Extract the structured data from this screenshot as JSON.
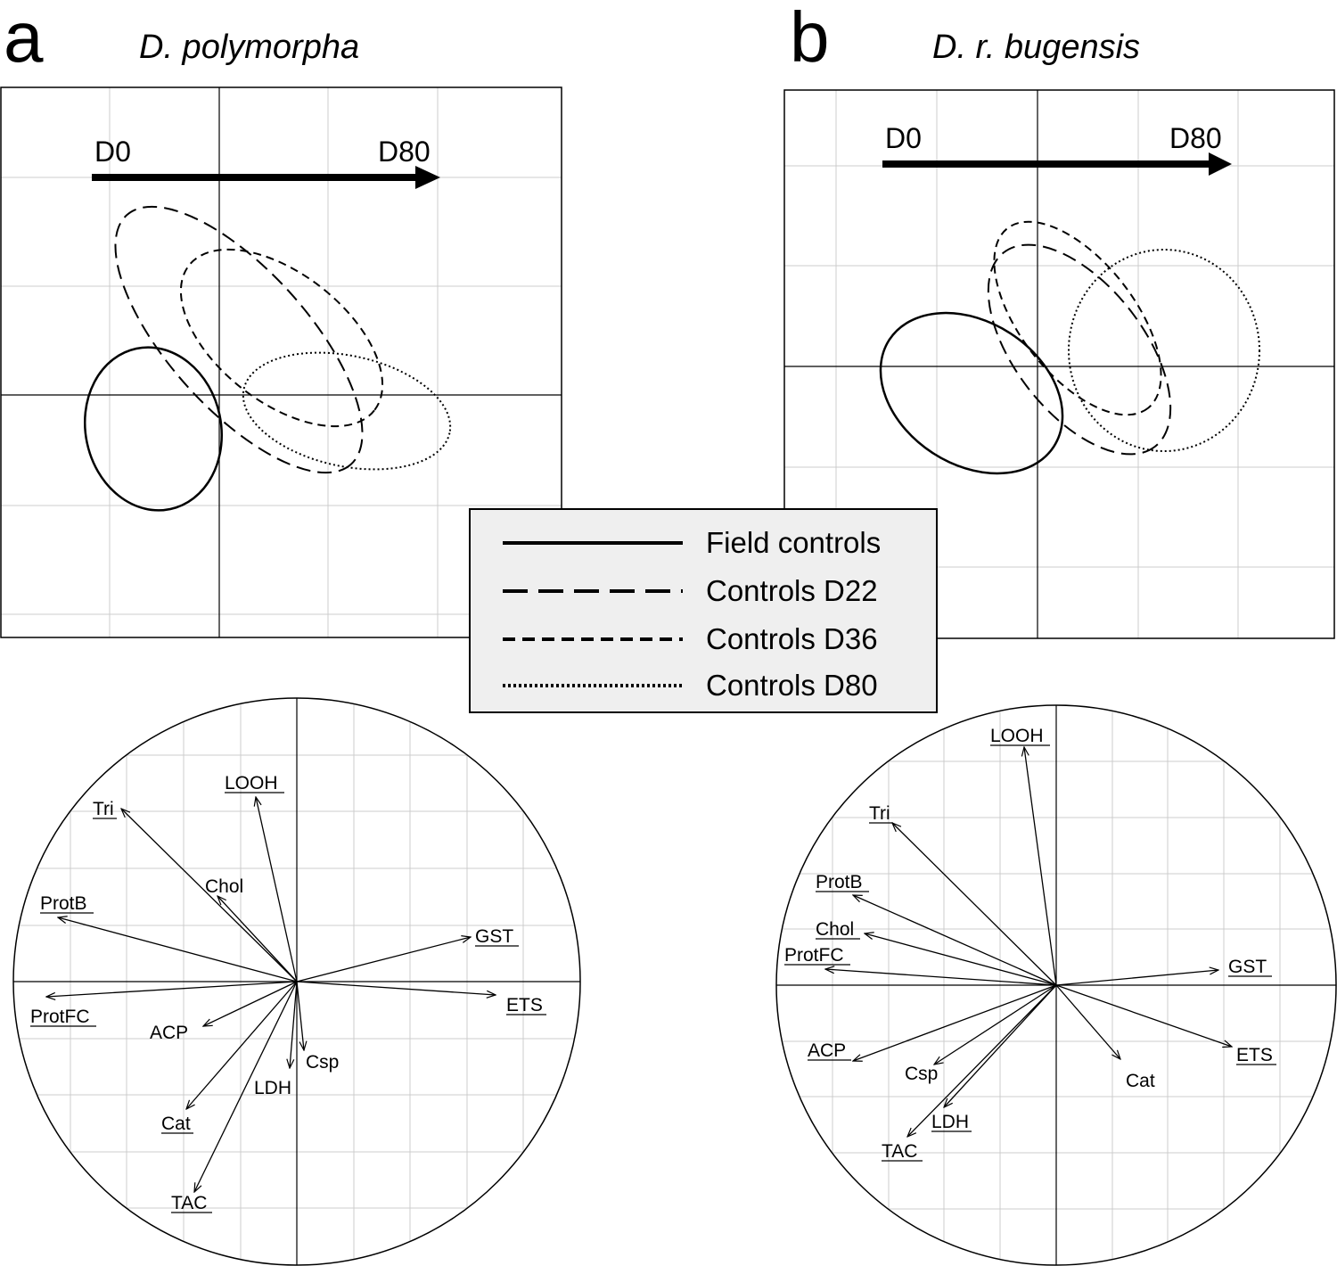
{
  "panels": [
    {
      "letter": "a",
      "species": "D. polymorpha",
      "time_arrow": {
        "start": "D0",
        "end": "D80"
      },
      "circle_vars": [
        {
          "label": "LOOH",
          "underlined": true
        },
        {
          "label": "Tri",
          "underlined": true
        },
        {
          "label": "Chol",
          "underlined": false
        },
        {
          "label": "ProtB",
          "underlined": true
        },
        {
          "label": "GST",
          "underlined": true
        },
        {
          "label": "ProtFC",
          "underlined": true
        },
        {
          "label": "ETS",
          "underlined": true
        },
        {
          "label": "ACP",
          "underlined": false
        },
        {
          "label": "Csp",
          "underlined": false
        },
        {
          "label": "LDH",
          "underlined": false
        },
        {
          "label": "Cat",
          "underlined": true
        },
        {
          "label": "TAC",
          "underlined": true
        }
      ]
    },
    {
      "letter": "b",
      "species": "D. r. bugensis",
      "time_arrow": {
        "start": "D0",
        "end": "D80"
      },
      "circle_vars": [
        {
          "label": "LOOH",
          "underlined": true
        },
        {
          "label": "Tri",
          "underlined": true
        },
        {
          "label": "ProtB",
          "underlined": true
        },
        {
          "label": "Chol",
          "underlined": true
        },
        {
          "label": "ProtFC",
          "underlined": true
        },
        {
          "label": "GST",
          "underlined": true
        },
        {
          "label": "ACP",
          "underlined": true
        },
        {
          "label": "ETS",
          "underlined": true
        },
        {
          "label": "Csp",
          "underlined": false
        },
        {
          "label": "Cat",
          "underlined": false
        },
        {
          "label": "LDH",
          "underlined": true
        },
        {
          "label": "TAC",
          "underlined": true
        }
      ]
    }
  ],
  "legend": [
    {
      "label": "Field controls",
      "line_style": "solid"
    },
    {
      "label": "Controls D22",
      "line_style": "long-dash"
    },
    {
      "label": "Controls D36",
      "line_style": "short-dash"
    },
    {
      "label": "Controls D80",
      "line_style": "dotted"
    }
  ]
}
